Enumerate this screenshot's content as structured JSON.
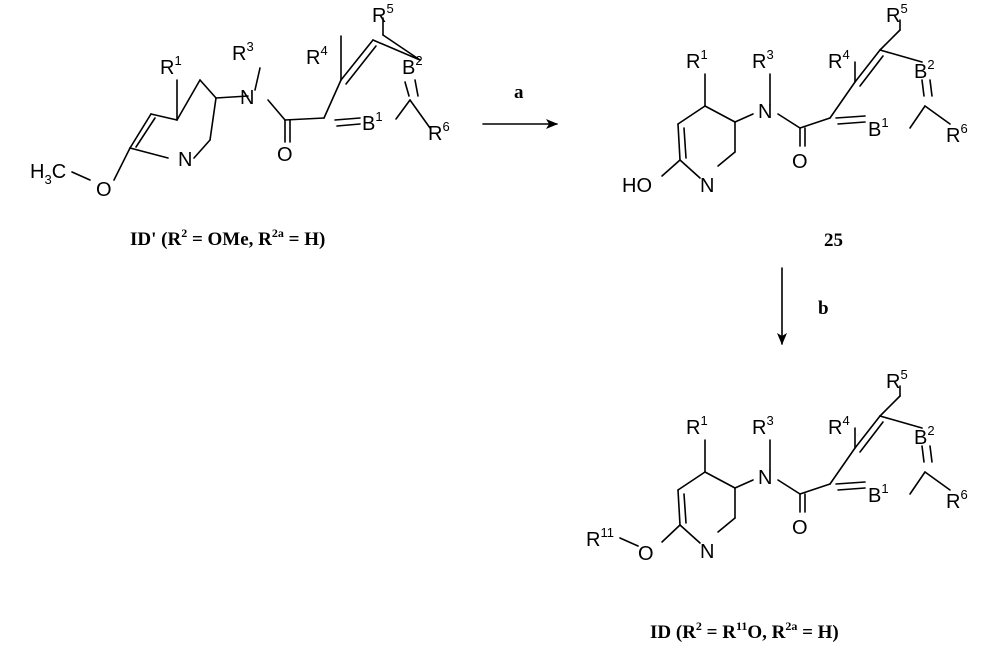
{
  "atoms": {
    "R": "R",
    "N": "N",
    "O": "O",
    "B": "B",
    "H": "H",
    "C": "C",
    "HO": "HO",
    "sub_1": "1",
    "sub_2": "2",
    "sub_3": "3",
    "sub_4": "4",
    "sub_5": "5",
    "sub_6": "6",
    "sub_11": "11"
  },
  "steps": {
    "a": "a",
    "b": "b"
  },
  "captions": {
    "start": {
      "pre": "ID' (R",
      "mid": " = OMe, R",
      "post": " = H)",
      "sup1": "2",
      "sup2": "2a"
    },
    "intermediate": "25",
    "product": {
      "pre": "ID (R",
      "mid1": " = R",
      "mid2": "O, R",
      "post": " = H)",
      "sup1": "2",
      "sup2": "11",
      "sup3": "2a"
    }
  }
}
